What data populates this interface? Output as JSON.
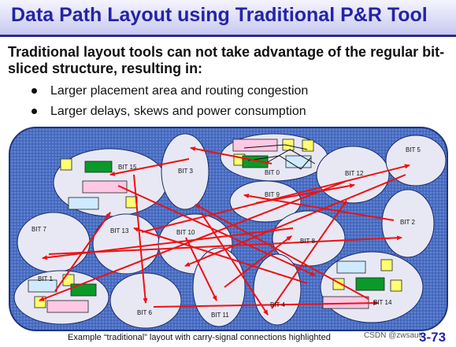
{
  "title": "Data Path Layout using Traditional P&R Tool",
  "heading": "Traditional layout tools can not take advantage of the regular bit-sliced structure, resulting in:",
  "bullets": [
    "Larger placement area and routing congestion",
    "Larger delays, skews and power consumption"
  ],
  "diagram": {
    "bits": [
      "BIT 0",
      "BIT 1",
      "BIT 2",
      "BIT 3",
      "BIT 4",
      "BIT 5",
      "BIT 6",
      "BIT 7",
      "BIT 8",
      "BIT 9",
      "BIT 10",
      "BIT 11",
      "BIT 12",
      "BIT 13",
      "BIT 14",
      "BIT 15"
    ],
    "colors": {
      "background": "#4a6fc4",
      "region_fill": "#e8e8f4",
      "arrow": "#ee1111",
      "cell_pink": "#ffc8e4",
      "cell_green": "#0a9a2a",
      "cell_yellow": "#ffff70",
      "cell_blue": "#cfeaff"
    }
  },
  "caption": "Example “traditional” layout with carry-signal connections highlighted",
  "watermark": "CSDN @zwsauto",
  "page_number": "3-73"
}
